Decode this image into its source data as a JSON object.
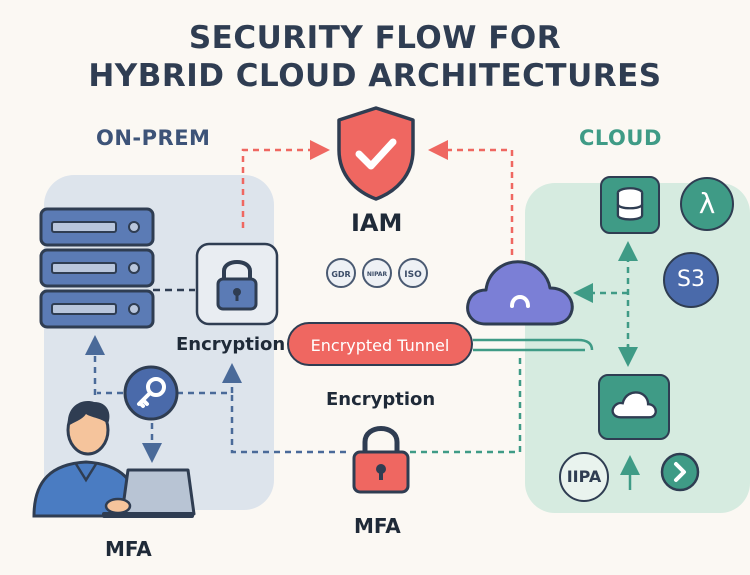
{
  "title": {
    "line1": "SECURITY FLOW FOR",
    "line2": "HYBRID CLOUD ARCHITECTURES"
  },
  "regions": {
    "onprem": "ON-PREM",
    "cloud": "CLOUD"
  },
  "labels": {
    "iam": "IAM",
    "encryption_left": "Encryption",
    "encryption_center": "Encryption",
    "tunnel": "Encrypted Tunnel",
    "mfa_left": "MFA",
    "mfa_center": "MFA"
  },
  "badges": [
    "GDR",
    "NIPAR",
    "ISO"
  ],
  "cloud_services": {
    "s3": "S3",
    "lambda": "λ",
    "ipa": "IIPA"
  },
  "colors": {
    "navy": "#2f3d52",
    "red": "#ef6761",
    "teal": "#3f9b86",
    "onprem_bg": "#dde4ec",
    "cloud_bg": "#d6ebe0",
    "blue_icon": "#5b7bb5",
    "purple_cloud": "#7b7fd6"
  },
  "icons": [
    "shield-check-icon",
    "server-rack-icon",
    "padlock-icon",
    "key-icon",
    "cloud-icon",
    "database-icon",
    "lambda-icon",
    "s3-icon",
    "laptop-user-icon",
    "chevron-right-icon",
    "arrow-up-icon"
  ]
}
